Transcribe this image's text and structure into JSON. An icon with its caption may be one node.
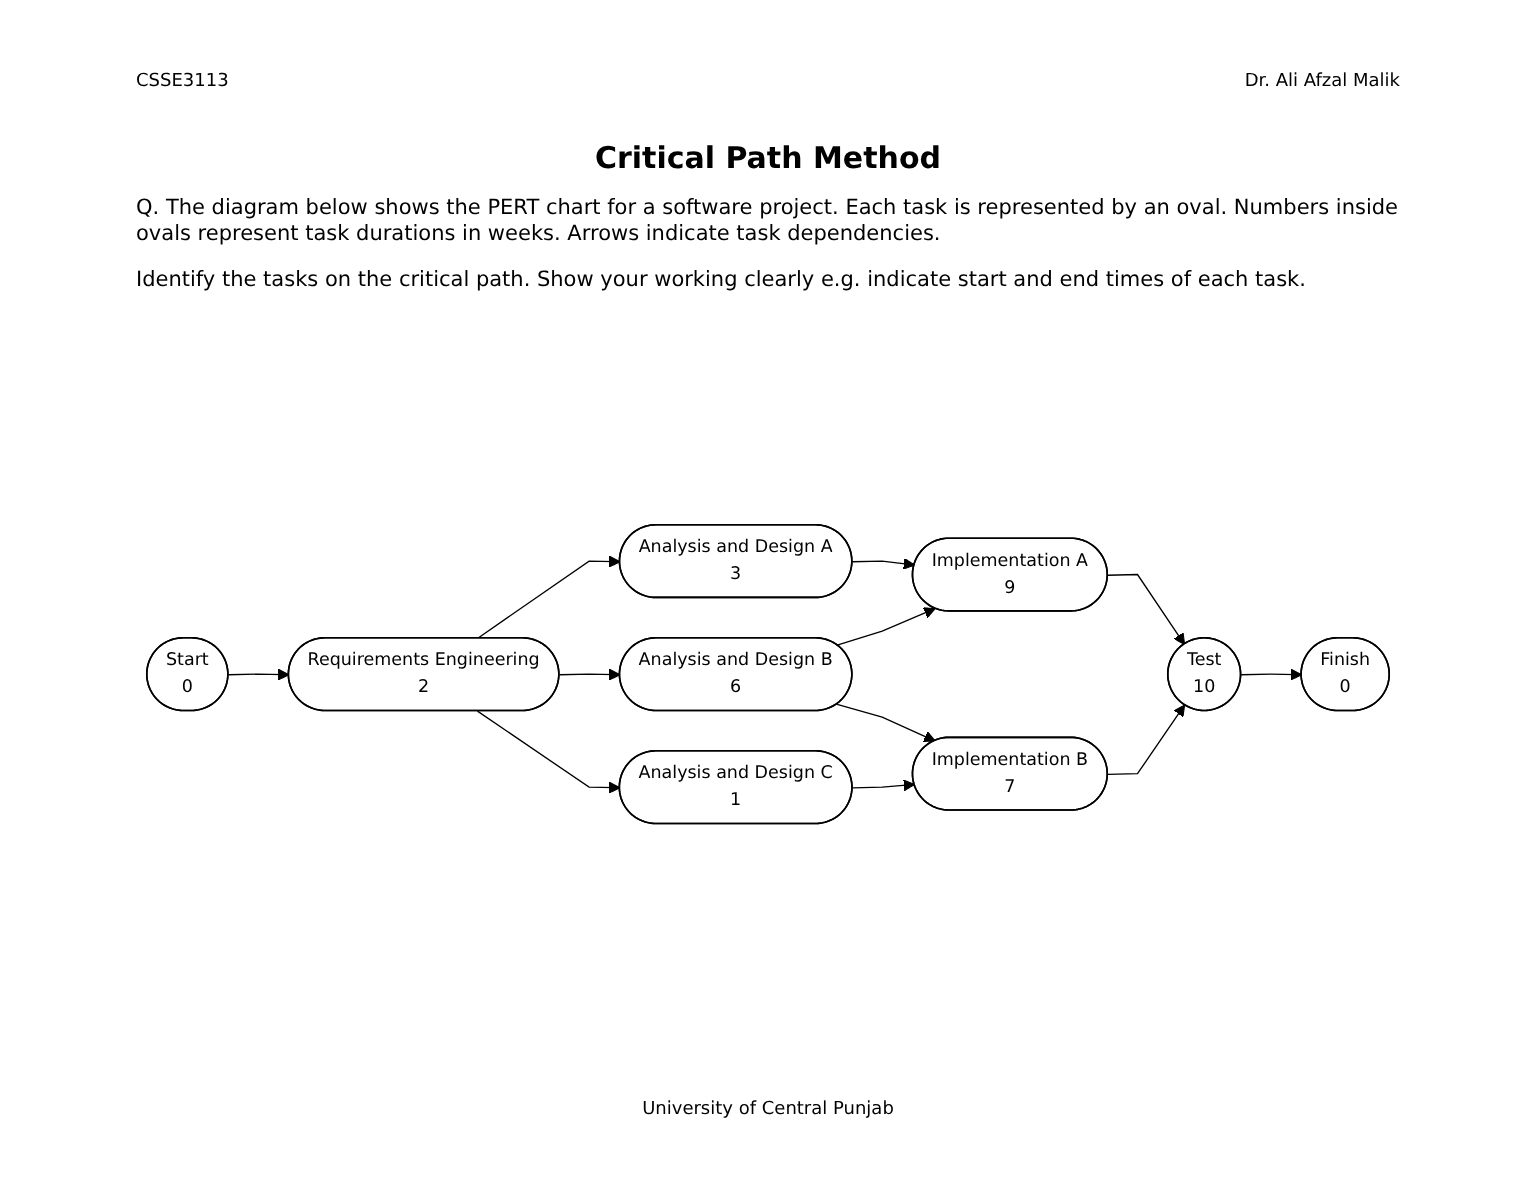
{
  "diagram": {
    "title": "Critical Path Method",
    "caption": "University of Central Punjab",
    "nodes": [
      {
        "text": [
          "Start",
          "0"
        ]
      },
      {
        "text": [
          "Requirements Engineering",
          "2"
        ]
      },
      {
        "text": [
          "Analysis and Design A",
          "3"
        ]
      },
      {
        "text": [
          "Analysis and Design B",
          "6"
        ]
      },
      {
        "text": [
          "Analysis and Design C",
          "1"
        ]
      },
      {
        "text": [
          "Implementation A",
          "9"
        ]
      },
      {
        "text": [
          "Implementation B",
          "7"
        ]
      },
      {
        "text": [
          "Test",
          "10"
        ]
      },
      {
        "text": [
          "Finish",
          "0"
        ]
      }
    ],
    "edges": [
      {
        "from": 0,
        "to": 1,
        "arrow": "to"
      },
      {
        "from": 1,
        "to": 2,
        "arrow": "to"
      },
      {
        "from": 1,
        "to": 3,
        "arrow": "to"
      },
      {
        "from": 1,
        "to": 4,
        "arrow": "to"
      },
      {
        "from": 2,
        "to": 5,
        "arrow": "to"
      },
      {
        "from": 3,
        "to": 5,
        "arrow": "to"
      },
      {
        "from": 3,
        "to": 6,
        "arrow": "to"
      },
      {
        "from": 4,
        "to": 6,
        "arrow": "to"
      },
      {
        "from": 5,
        "to": 7,
        "arrow": "to"
      },
      {
        "from": 6,
        "to": 7,
        "arrow": "to"
      },
      {
        "from": 7,
        "to": 8,
        "arrow": "to"
      }
    ],
    "labels": [
      "CSSE3113",
      "Dr. Ali Afzal Malik",
      "Q. The diagram below shows the PERT chart for a software project. Each task is represented by an oval. Numbers inside ovals represent task durations in weeks. Arrows indicate task dependencies.",
      "Identify the tasks on the critical path. Show your working clearly e.g. indicate start and end times of each task."
    ]
  }
}
